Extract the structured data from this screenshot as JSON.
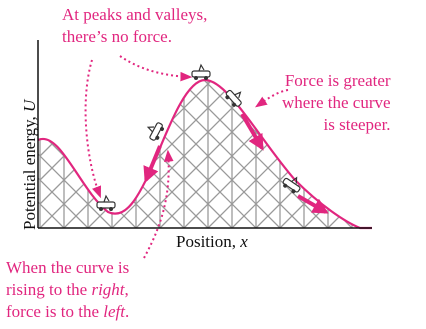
{
  "axes": {
    "y_label_text": "Potential energy, ",
    "y_label_var": "U",
    "x_label_text": "Position, ",
    "x_label_var": "x"
  },
  "annotations": {
    "peaks": [
      "At peaks and valleys,",
      "there’s no force."
    ],
    "steeper": [
      "Force is greater",
      "where the curve",
      "is steeper."
    ],
    "rising": {
      "line1": "When the curve is",
      "line2_pre": "rising to the ",
      "line2_em": "right",
      "line2_post": ",",
      "line3_pre": "force is to the ",
      "line3_em": "left",
      "line3_post": "."
    }
  },
  "colors": {
    "accent": "#e1267f",
    "axis": "#111111",
    "track": "#9a9a9a",
    "car": "#333333"
  },
  "icons": [
    "roller-coaster-car-icon",
    "force-arrow-icon"
  ]
}
